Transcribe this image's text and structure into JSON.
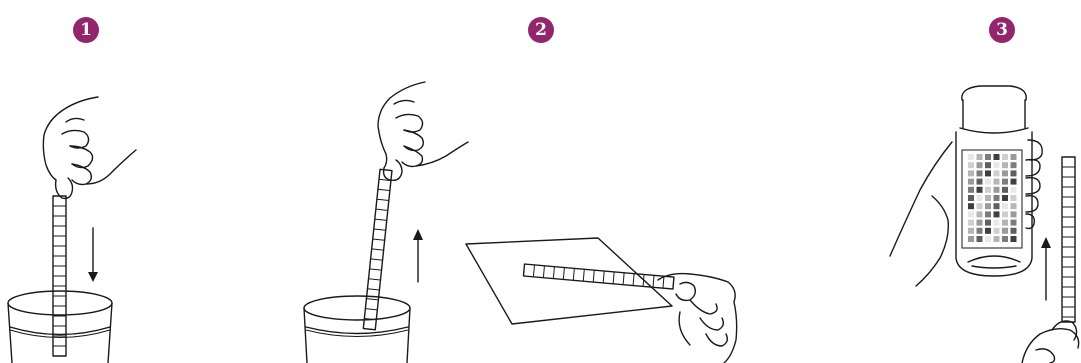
{
  "steps": [
    {
      "number": "1"
    },
    {
      "number": "2"
    },
    {
      "number": "3"
    }
  ],
  "colors": {
    "badge": "#93256d",
    "ink": "#1a1a1a",
    "chart_grays": [
      "#e8e8e8",
      "#cfcfcf",
      "#b5b5b5",
      "#9a9a9a",
      "#7c7c7c",
      "#5e5e5e",
      "#3f3f3f"
    ]
  },
  "icons": {
    "step1": [
      "hand-icon",
      "test-strip-icon",
      "down-arrow-icon",
      "water-glass-icon"
    ],
    "step2": [
      "hand-icon",
      "test-strip-icon",
      "up-arrow-icon",
      "water-glass-icon",
      "paper-towel-icon"
    ],
    "step3": [
      "bottle-icon",
      "color-chart-icon",
      "test-strip-icon",
      "up-arrow-icon",
      "hand-icon"
    ]
  }
}
